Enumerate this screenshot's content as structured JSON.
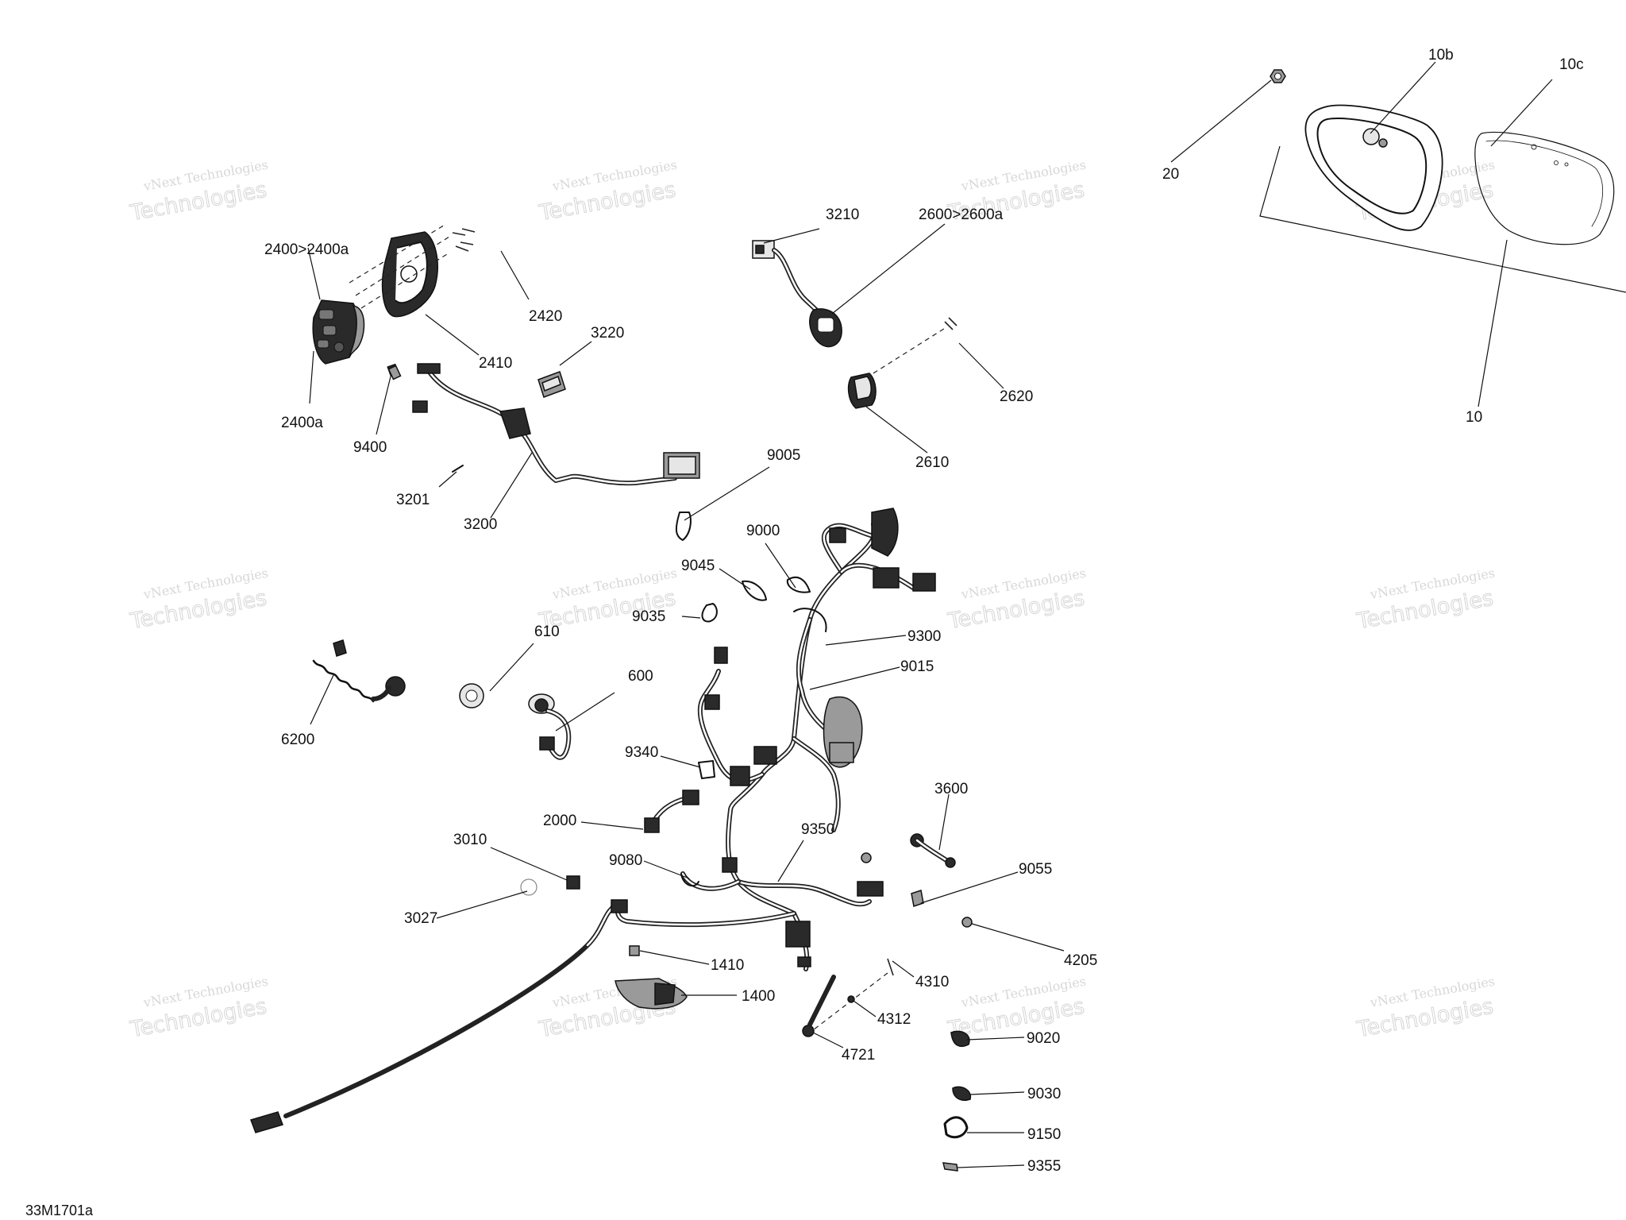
{
  "document": {
    "figure_code": "33M1701a",
    "watermark": {
      "line1": "vNext Technologies",
      "line2": "Technologies"
    }
  },
  "callouts": [
    {
      "id": "c10b",
      "text": "10b"
    },
    {
      "id": "c10c",
      "text": "10c"
    },
    {
      "id": "c20",
      "text": "20"
    },
    {
      "id": "c10",
      "text": "10"
    },
    {
      "id": "c3210",
      "text": "3210"
    },
    {
      "id": "c2600",
      "text": "2600>2600a"
    },
    {
      "id": "c2400",
      "text": "2400>2400a"
    },
    {
      "id": "c2420",
      "text": "2420"
    },
    {
      "id": "c2410",
      "text": "2410"
    },
    {
      "id": "c3220",
      "text": "3220"
    },
    {
      "id": "c2400a",
      "text": "2400a"
    },
    {
      "id": "c9400",
      "text": "9400"
    },
    {
      "id": "c2620",
      "text": "2620"
    },
    {
      "id": "c2610",
      "text": "2610"
    },
    {
      "id": "c3201",
      "text": "3201"
    },
    {
      "id": "c3200",
      "text": "3200"
    },
    {
      "id": "c9005",
      "text": "9005"
    },
    {
      "id": "c9000",
      "text": "9000"
    },
    {
      "id": "c9045",
      "text": "9045"
    },
    {
      "id": "c9035",
      "text": "9035"
    },
    {
      "id": "c9300",
      "text": "9300"
    },
    {
      "id": "c610",
      "text": "610"
    },
    {
      "id": "c9015",
      "text": "9015"
    },
    {
      "id": "c600",
      "text": "600"
    },
    {
      "id": "c6200",
      "text": "6200"
    },
    {
      "id": "c9340",
      "text": "9340"
    },
    {
      "id": "c3600",
      "text": "3600"
    },
    {
      "id": "c2000",
      "text": "2000"
    },
    {
      "id": "c9350",
      "text": "9350"
    },
    {
      "id": "c3010",
      "text": "3010"
    },
    {
      "id": "c9080",
      "text": "9080"
    },
    {
      "id": "c9055",
      "text": "9055"
    },
    {
      "id": "c3027",
      "text": "3027"
    },
    {
      "id": "c4205",
      "text": "4205"
    },
    {
      "id": "c1410",
      "text": "1410"
    },
    {
      "id": "c4310",
      "text": "4310"
    },
    {
      "id": "c1400",
      "text": "1400"
    },
    {
      "id": "c4312",
      "text": "4312"
    },
    {
      "id": "c4721",
      "text": "4721"
    },
    {
      "id": "c9020",
      "text": "9020"
    },
    {
      "id": "c9030",
      "text": "9030"
    },
    {
      "id": "c9150",
      "text": "9150"
    },
    {
      "id": "c9355",
      "text": "9355"
    }
  ]
}
